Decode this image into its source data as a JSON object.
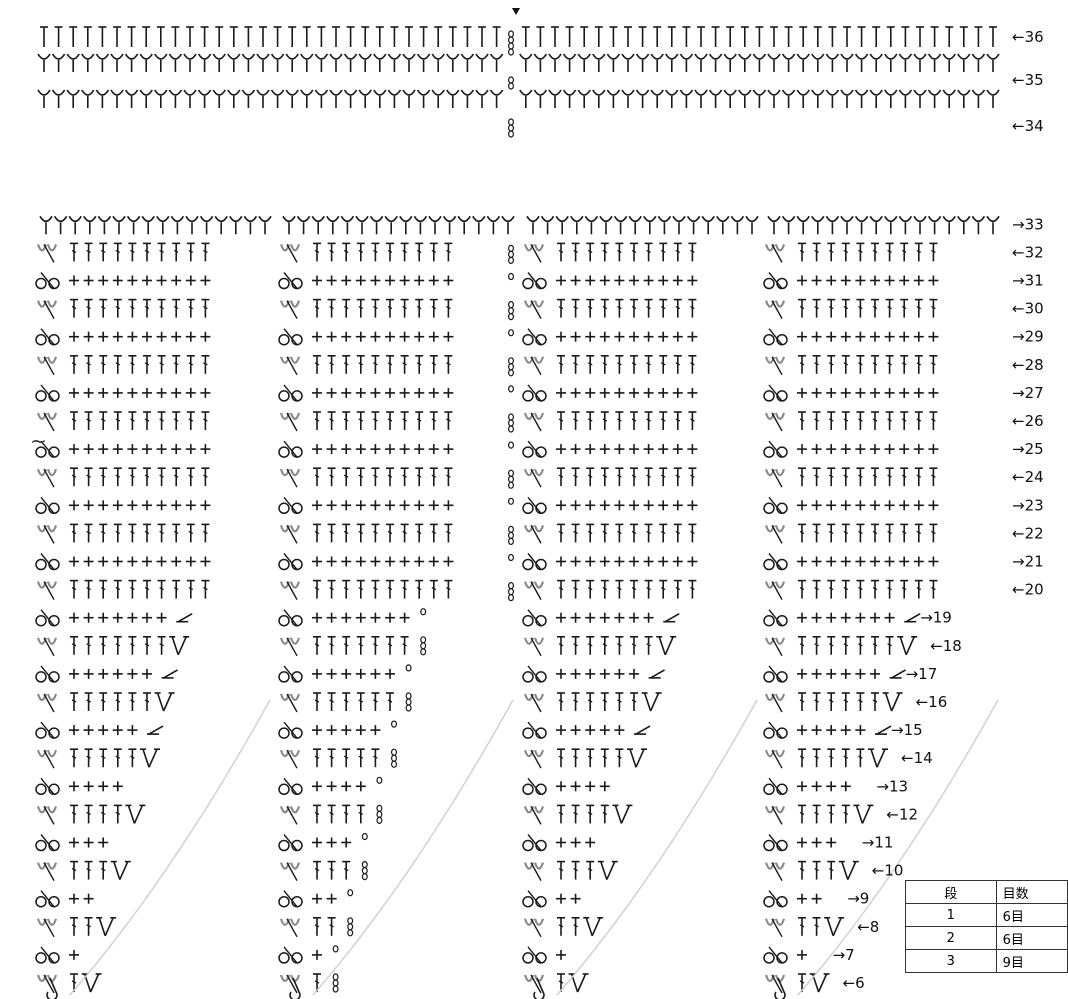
{
  "diagram": {
    "row_labels": [
      {
        "row": 36,
        "text": "←36",
        "direction": "left"
      },
      {
        "row": 35,
        "text": "←35",
        "direction": "left"
      },
      {
        "row": 34,
        "text": "←34",
        "direction": "left"
      },
      {
        "row": 33,
        "text": "→33",
        "direction": "right"
      },
      {
        "row": 32,
        "text": "←32",
        "direction": "left"
      },
      {
        "row": 31,
        "text": "→31",
        "direction": "right"
      },
      {
        "row": 30,
        "text": "←30",
        "direction": "left"
      },
      {
        "row": 29,
        "text": "→29",
        "direction": "right"
      },
      {
        "row": 28,
        "text": "←28",
        "direction": "left"
      },
      {
        "row": 27,
        "text": "→27",
        "direction": "right"
      },
      {
        "row": 26,
        "text": "←26",
        "direction": "left"
      },
      {
        "row": 25,
        "text": "→25",
        "direction": "right"
      },
      {
        "row": 24,
        "text": "←24",
        "direction": "left"
      },
      {
        "row": 23,
        "text": "→23",
        "direction": "right"
      },
      {
        "row": 22,
        "text": "←22",
        "direction": "left"
      },
      {
        "row": 21,
        "text": "→21",
        "direction": "right"
      },
      {
        "row": 20,
        "text": "←20",
        "direction": "left"
      },
      {
        "row": 19,
        "text": "→19",
        "direction": "right"
      },
      {
        "row": 18,
        "text": "←18",
        "direction": "left"
      },
      {
        "row": 17,
        "text": "→17",
        "direction": "right"
      },
      {
        "row": 16,
        "text": "←16",
        "direction": "left"
      },
      {
        "row": 15,
        "text": "→15",
        "direction": "right"
      },
      {
        "row": 14,
        "text": "←14",
        "direction": "left"
      },
      {
        "row": 13,
        "text": "→13",
        "direction": "right"
      },
      {
        "row": 12,
        "text": "←12",
        "direction": "left"
      },
      {
        "row": 11,
        "text": "→11",
        "direction": "right"
      },
      {
        "row": 10,
        "text": "←10",
        "direction": "left"
      },
      {
        "row": 9,
        "text": "→9",
        "direction": "right"
      },
      {
        "row": 8,
        "text": "←8",
        "direction": "left"
      },
      {
        "row": 7,
        "text": "→7",
        "direction": "right"
      },
      {
        "row": 6,
        "text": "←6",
        "direction": "left"
      }
    ],
    "continue_mark": "~",
    "colors": {
      "ink": "#1a1a1a",
      "gray": "#8a8a8a"
    }
  },
  "legend": {
    "headers": [
      "段",
      "目数"
    ],
    "rows": [
      [
        "1",
        "6目"
      ],
      [
        "2",
        "6目"
      ],
      [
        "3",
        "9目"
      ]
    ]
  }
}
